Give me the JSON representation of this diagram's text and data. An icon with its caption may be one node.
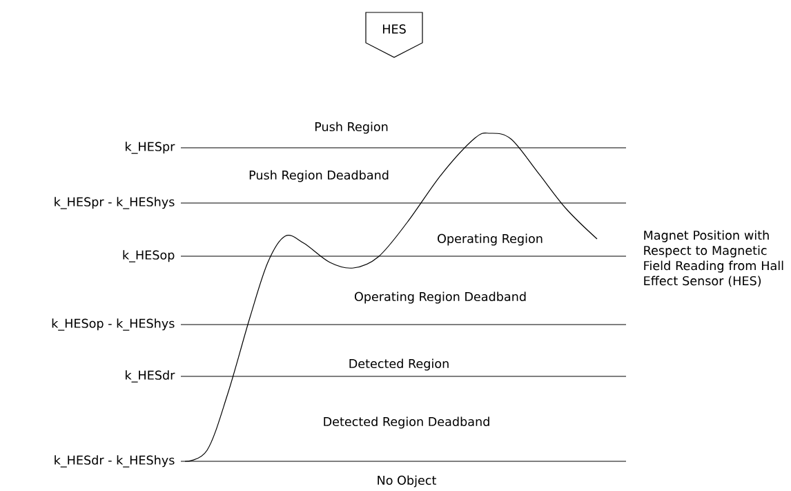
{
  "diagram": {
    "nodes": [
      {
        "text": [
          "HES"
        ]
      }
    ],
    "labels": [
      "Push Region",
      "k_HESpr",
      "Push Region Deadband",
      "k_HESpr - k_HEShys",
      "Magnet Position with Respect to Magnetic Field Reading from Hall Effect Sensor (HES)",
      "Operating Region",
      "k_HESop",
      "Operating Region Deadband",
      "k_HESop - k_HEShys",
      "Detected Region",
      "k_HESdr",
      "Detected Region Deadband",
      "k_HESdr - k_HEShys",
      "No Object"
    ]
  }
}
